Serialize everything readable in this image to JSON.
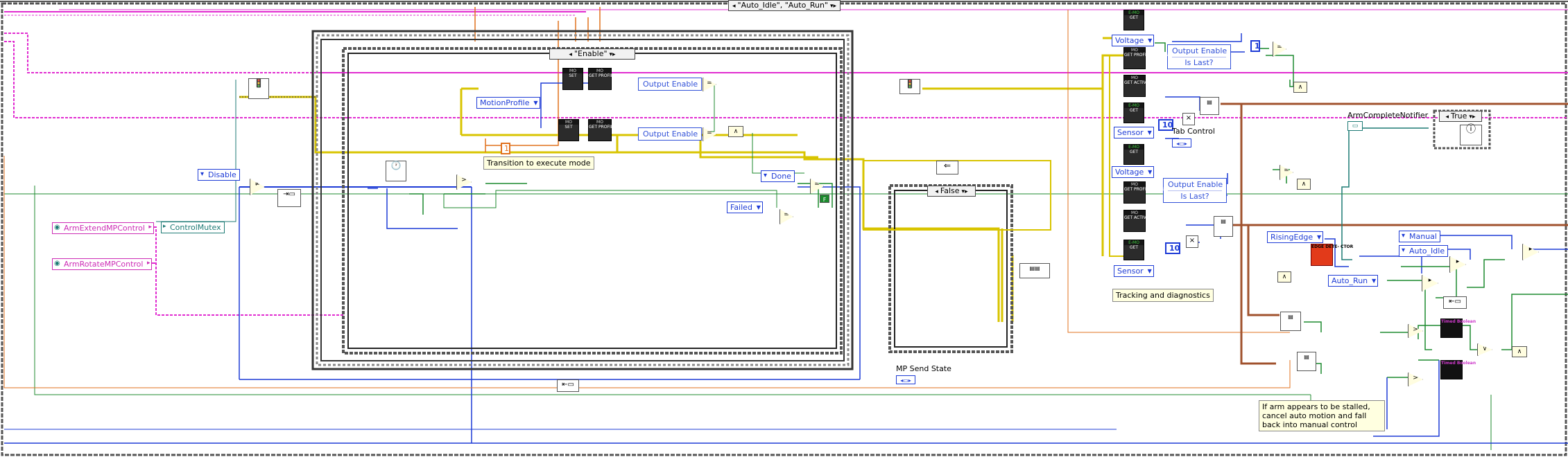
{
  "outer_case": {
    "selector": "\"Auto_Idle\", \"Auto_Run\""
  },
  "inner_case": {
    "selector": "\"Enable\""
  },
  "false_case": {
    "selector": "False"
  },
  "true_case": {
    "selector": "True"
  },
  "refs": {
    "arm_extend": "ArmExtendMPControl",
    "arm_rotate": "ArmRotateMPControl",
    "control_mutex": "ControlMutex",
    "arm_complete": "ArmCompleteNotifier"
  },
  "enums": {
    "disable": "Disable",
    "motion_profile": "MotionProfile",
    "done": "Done",
    "failed": "Failed",
    "voltage_1": "Voltage",
    "sensor_1": "Sensor",
    "voltage_2": "Voltage",
    "sensor_2": "Sensor",
    "rising_edge": "RisingEdge",
    "manual": "Manual",
    "auto_idle": "Auto_Idle",
    "auto_run": "Auto_Run"
  },
  "properties": {
    "output_enable_1": "Output Enable",
    "output_enable_2": "Output Enable",
    "output_enable_3": "Output Enable",
    "is_last_3": "Is Last?",
    "output_enable_4": "Output Enable",
    "is_last_4": "Is Last?"
  },
  "constants": {
    "one_orange": "1",
    "one_blue": "1",
    "ten_1": "10",
    "ten_2": "10"
  },
  "motion_vis": {
    "header_mo": "MO",
    "header_emo": "E-MO",
    "set": "SET",
    "get": "GET",
    "get_profile_status": "GET PROFILE STATUS",
    "get_active_traj": "GET ACTIVE TRAJ"
  },
  "labels": {
    "transition": "Transition to execute mode",
    "mp_send_state": "MP Send State",
    "tab_control": "Tab Control",
    "tracking": "Tracking and diagnostics",
    "stall_comment": "If arm appears to be stalled, cancel auto motion and fall back into manual control",
    "edge_detector": "EDGE DETE- CTOR",
    "timed_boolean": "Timed Boolean"
  },
  "colors": {
    "boolean_wire": "#1c8a2e",
    "enum_wire": "#1d3bd6",
    "ref_wire": "#e12bd0",
    "error_wire": "#d8c400",
    "numeric_wire": "#e0701c",
    "cluster_wire": "#a0522d",
    "structure_border": "#444444"
  }
}
